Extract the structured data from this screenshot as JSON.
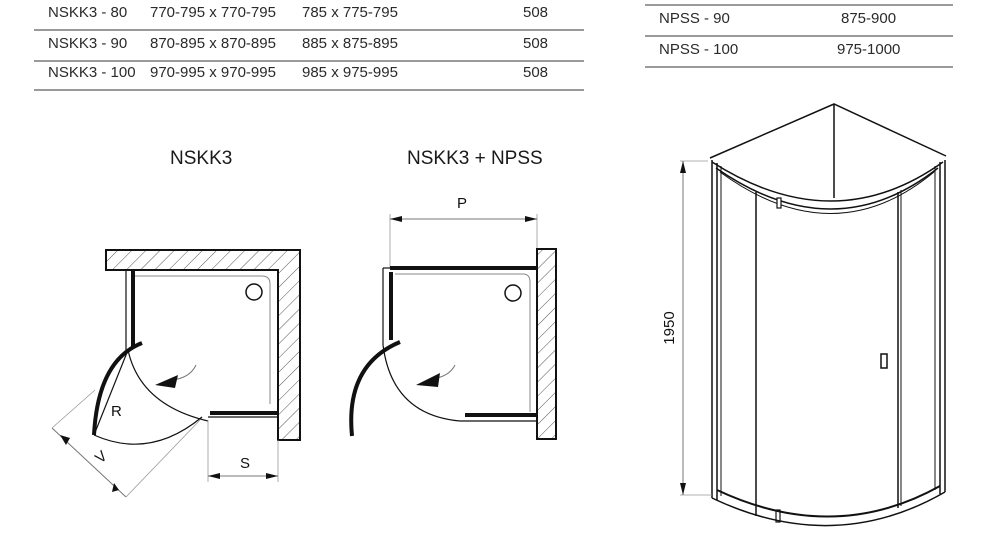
{
  "nskk3_table": {
    "rows": [
      {
        "model": "NSKK3 - 80",
        "range": "770-795 x 770-795",
        "size": "785 x 775-795",
        "value": "508"
      },
      {
        "model": "NSKK3 - 90",
        "range": "870-895 x 870-895",
        "size": "885 x 875-895",
        "value": "508"
      },
      {
        "model": "NSKK3 - 100",
        "range": "970-995 x 970-995",
        "size": "985 x 975-995",
        "value": "508"
      }
    ]
  },
  "npss_table": {
    "rows": [
      {
        "model": "NPSS - 90",
        "range": "875-900"
      },
      {
        "model": "NPSS - 100",
        "range": "975-1000"
      }
    ]
  },
  "figures": {
    "nskk3": {
      "title": "NSKK3",
      "labels": {
        "radius": "R",
        "swing": "V",
        "side": "S"
      }
    },
    "nskk3_npss": {
      "title": "NSKK3 + NPSS",
      "labels": {
        "width": "P"
      }
    },
    "perspective": {
      "height_label": "1950"
    }
  },
  "colors": {
    "line": "#111111",
    "rule": "#9a9a9a",
    "hatch": "#555555"
  }
}
